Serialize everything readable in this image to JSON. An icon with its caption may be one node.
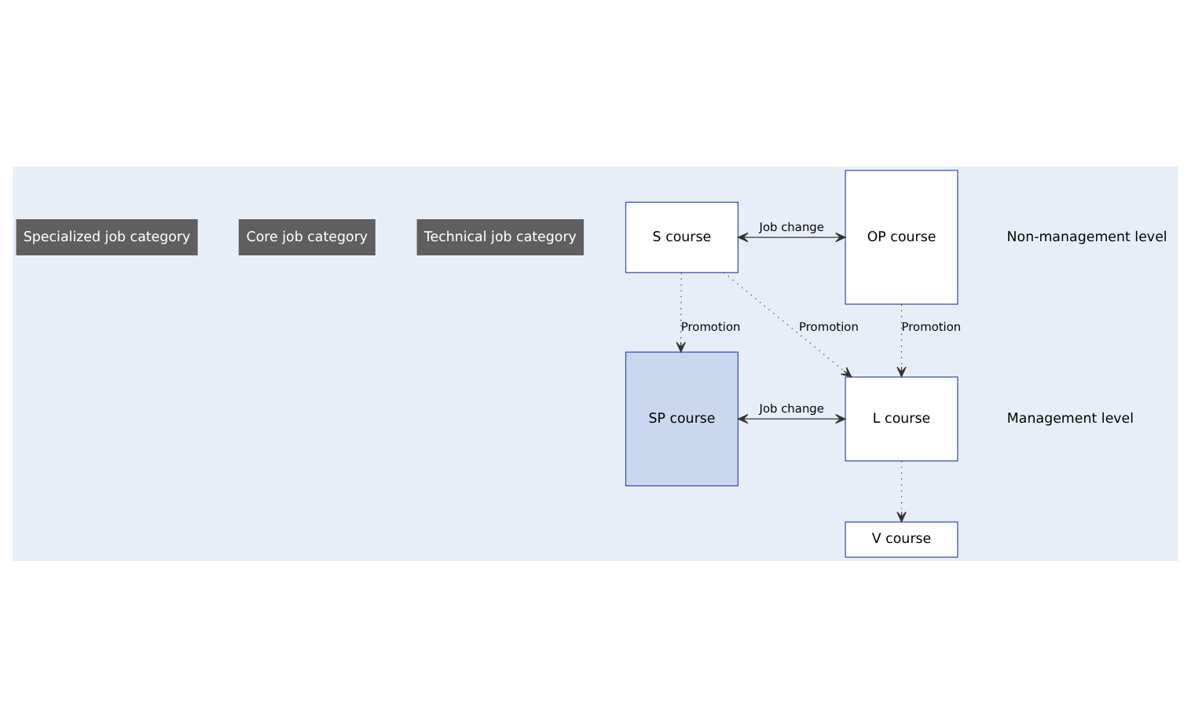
{
  "diagram": {
    "nodes": [
      {
        "text": [
          "Specialized job category"
        ]
      },
      {
        "text": [
          "Core job category"
        ]
      },
      {
        "text": [
          "Technical job category"
        ]
      },
      {
        "text": [
          "SP course"
        ]
      },
      {
        "text": [
          "V course"
        ]
      },
      {
        "text": [
          "L course"
        ]
      },
      {
        "text": [
          "OP course"
        ]
      },
      {
        "text": [
          "S course"
        ]
      }
    ],
    "edges": [
      {
        "from": 3,
        "to": 5,
        "arrow": "both",
        "label": "Job change"
      },
      {
        "from": 5,
        "to": 4,
        "arrow": "to",
        "style": "dashed"
      },
      {
        "from": 6,
        "to": 5,
        "arrow": "to",
        "style": "dashed",
        "label": "Promotion"
      },
      {
        "from": 7,
        "to": 5,
        "arrow": "to",
        "style": "dashed",
        "label": "Promotion"
      },
      {
        "from": 7,
        "to": 3,
        "arrow": "to",
        "style": "dashed",
        "label": "Promotion"
      },
      {
        "from": 7,
        "to": 6,
        "arrow": "both",
        "label": "Job change"
      }
    ],
    "labels": [
      "Management level",
      "Non-management level"
    ]
  }
}
